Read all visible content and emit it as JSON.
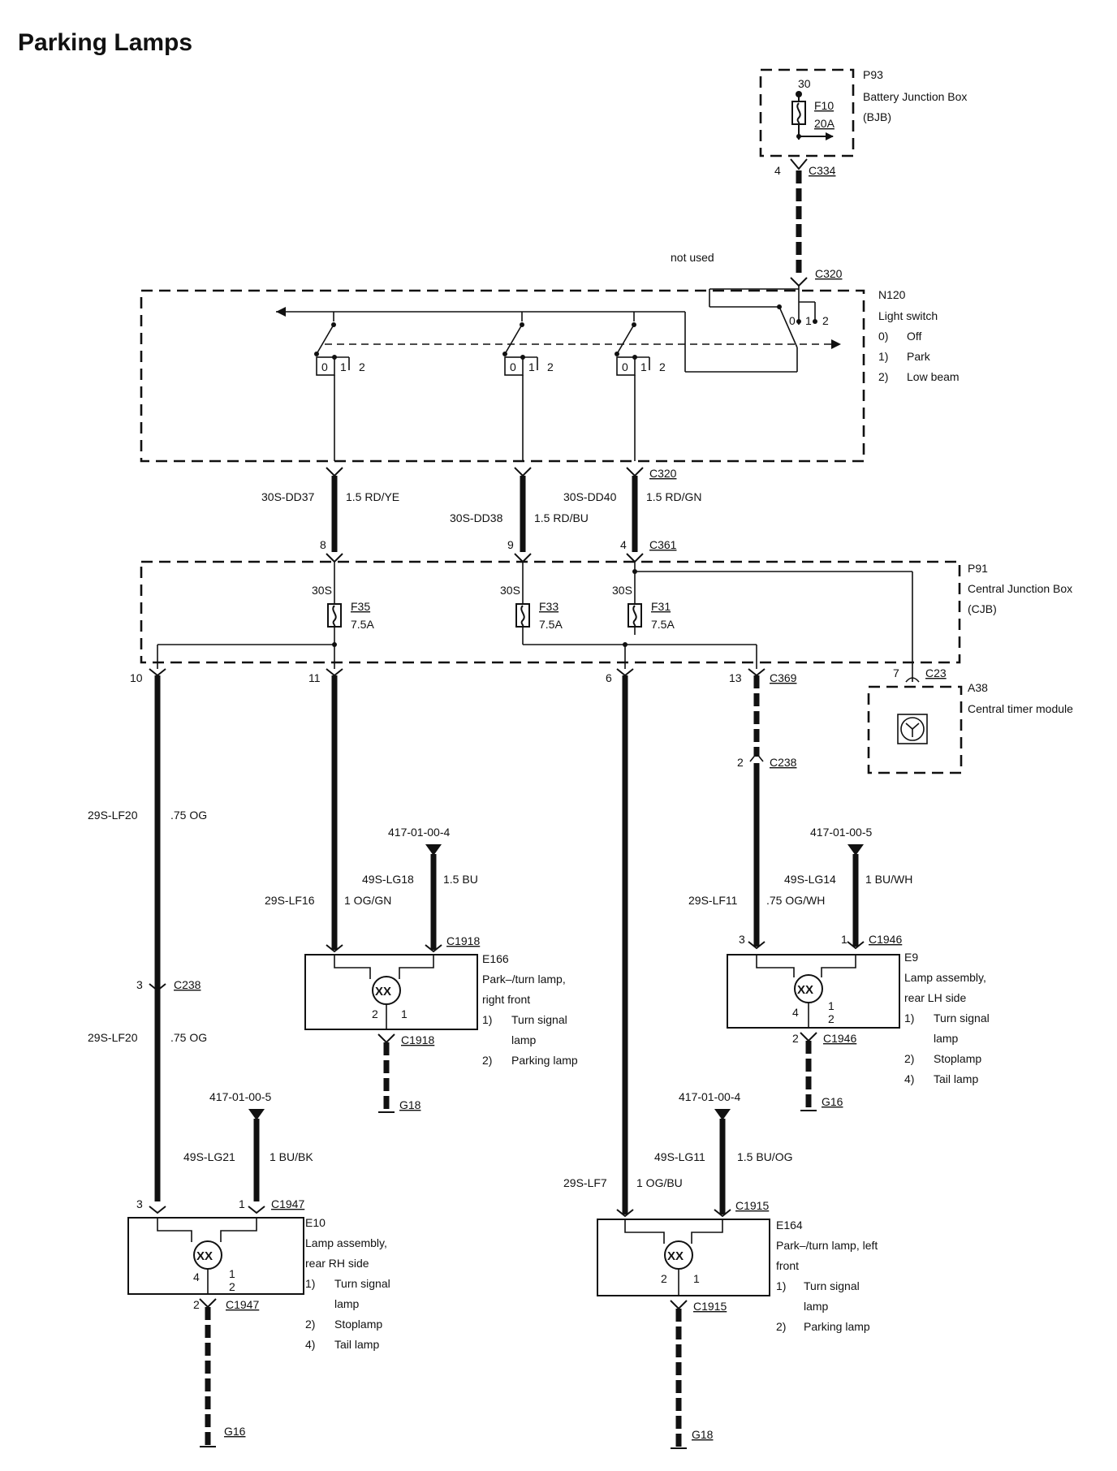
{
  "title": "Parking Lamps",
  "bjb": {
    "id": "P93",
    "name": "Battery Junction Box",
    "abbr": "(BJB)",
    "pin": "30",
    "fuse": "F10",
    "rating": "20A",
    "conn_pin": "4",
    "conn": "C334"
  },
  "light_switch": {
    "not_used": "not used",
    "conn": "C320",
    "id": "N120",
    "name": "Light switch",
    "pos0_num": "0)",
    "pos0": "Off",
    "pos1_num": "1)",
    "pos1": "Park",
    "pos2_num": "2)",
    "pos2": "Low beam",
    "p0": "0",
    "p1": "1",
    "p2": "2"
  },
  "wires_top": {
    "w1_circuit": "30S-DD37",
    "w1_spec": "1.5 RD/YE",
    "w2_circuit": "30S-DD38",
    "w2_spec": "1.5 RD/BU",
    "w3_circuit": "30S-DD40",
    "w3_spec": "1.5 RD/GN",
    "conn_top": "C320",
    "pin1": "8",
    "pin2": "9",
    "pin3": "4",
    "conn_bottom": "C361"
  },
  "cjb": {
    "id": "P91",
    "name": "Central Junction Box",
    "abbr": "(CJB)",
    "f35_feed": "30S",
    "f35": "F35",
    "f35_rating": "7.5A",
    "f33_feed": "30S",
    "f33": "F33",
    "f33_rating": "7.5A",
    "f31_feed": "30S",
    "f31": "F31",
    "f31_rating": "7.5A",
    "out1": "10",
    "out2": "11",
    "out3": "6",
    "out4": "13",
    "out_conn": "C369"
  },
  "timer": {
    "pin": "7",
    "conn": "C23",
    "id": "A38",
    "name": "Central timer module"
  },
  "left_run": {
    "circuit": "29S-LF20",
    "spec": ".75 OG",
    "pin": "3",
    "conn": "C238",
    "circuit2": "29S-LF20",
    "spec2": ".75 OG"
  },
  "e10": {
    "gnd_ref": "417-01-00-5",
    "gnd_circuit": "49S-LG21",
    "gnd_spec": "1 BU/BK",
    "pin_a": "3",
    "pin_b": "1",
    "conn": "C1947",
    "id": "E10",
    "name1": "Lamp assembly,",
    "name2": "rear RH side",
    "f1_num": "1)",
    "f1a": "Turn signal",
    "f1b": "lamp",
    "f2_num": "2)",
    "f2": "Stoplamp",
    "f4_num": "4)",
    "f4": "Tail lamp",
    "lamp_pin4": "4",
    "lamp_pin1": "1",
    "lamp_pin2": "2",
    "out_pin": "2",
    "out_conn": "C1947",
    "ground": "G16"
  },
  "e166": {
    "gnd_ref": "417-01-00-4",
    "gnd_circuit": "49S-LG18",
    "gnd_spec": "1.5 BU",
    "feed_circuit": "29S-LF16",
    "feed_spec": "1 OG/GN",
    "conn": "C1918",
    "id": "E166",
    "name1": "Park–/turn lamp,",
    "name2": "right front",
    "f1_num": "1)",
    "f1a": "Turn signal",
    "f1b": "lamp",
    "f2_num": "2)",
    "f2": "Parking lamp",
    "lamp_pin2": "2",
    "lamp_pin1": "1",
    "out_conn": "C1918",
    "ground": "G18"
  },
  "e164": {
    "gnd_ref": "417-01-00-4",
    "gnd_circuit": "49S-LG11",
    "gnd_spec": "1.5 BU/OG",
    "feed_circuit": "29S-LF7",
    "feed_spec": "1 OG/BU",
    "conn": "C1915",
    "id": "E164",
    "name1": "Park–/turn lamp, left",
    "name2": "front",
    "f1_num": "1)",
    "f1a": "Turn signal",
    "f1b": "lamp",
    "f2_num": "2)",
    "f2": "Parking lamp",
    "lamp_pin2": "2",
    "lamp_pin1": "1",
    "out_conn": "C1915",
    "ground": "G18"
  },
  "e9": {
    "pin_c238": "2",
    "conn_c238": "C238",
    "gnd_ref": "417-01-00-5",
    "gnd_circuit": "49S-LG14",
    "gnd_spec": "1 BU/WH",
    "feed_circuit": "29S-LF11",
    "feed_spec": ".75 OG/WH",
    "pin_a": "3",
    "pin_b": "1",
    "conn": "C1946",
    "id": "E9",
    "name1": "Lamp assembly,",
    "name2": "rear LH side",
    "f1_num": "1)",
    "f1a": "Turn signal",
    "f1b": "lamp",
    "f2_num": "2)",
    "f2": "Stoplamp",
    "f4_num": "4)",
    "f4": "Tail lamp",
    "lamp_pin4": "4",
    "lamp_pin1": "1",
    "lamp_pin2": "2",
    "out_pin": "2",
    "out_conn": "C1946",
    "ground": "G16"
  }
}
